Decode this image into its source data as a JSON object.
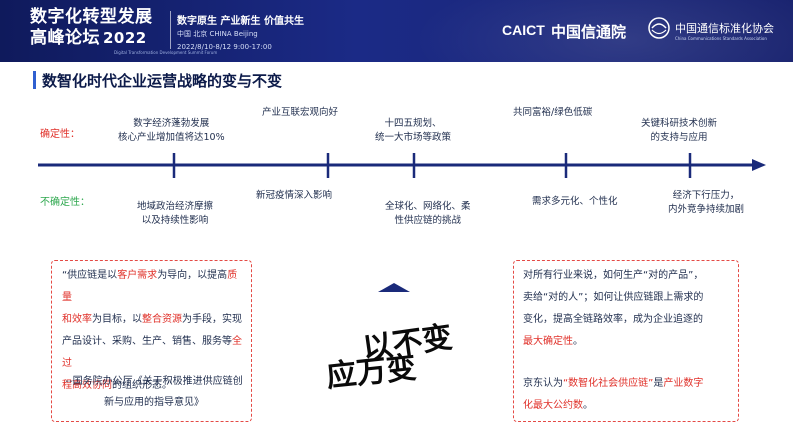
{
  "header": {
    "forum_title_line1": "数字化转型发展",
    "forum_title_line2": "高峰论坛",
    "forum_year": "2022",
    "forum_title_en": "Digital Transformation Development Summit Forum",
    "slogan": "数字原生 产业新生 价值共生",
    "place": "中国 北京  CHINA  Beijing",
    "dates": "2022/8/10-8/12   9:00-17:00",
    "caict_abbr": "CAICT",
    "caict_name": "中国信通院",
    "ccsa_name": "中国通信标准化协会",
    "ccsa_en": "China Communications Standards Association"
  },
  "title": "数智化时代企业运营战略的变与不变",
  "timeline": {
    "certain_label": "确定性：",
    "uncertain_label": "不确定性：",
    "above": [
      {
        "line1": "数字经济蓬勃发展",
        "line2": "核心产业增加值将达10%"
      },
      {
        "line1": "产业互联宏观向好",
        "line2": ""
      },
      {
        "line1": "十四五规划、",
        "line2": "统一大市场等政策"
      },
      {
        "line1": "共同富裕/绿色低碳",
        "line2": ""
      },
      {
        "line1": "关键科研技术创新",
        "line2": "的支持与应用"
      }
    ],
    "below": [
      {
        "line1": "地域政治经济摩擦",
        "line2": "以及持续性影响"
      },
      {
        "line1": "新冠疫情深入影响",
        "line2": ""
      },
      {
        "line1": "全球化、网络化、柔",
        "line2": "性供应链的挑战"
      },
      {
        "line1": "需求多元化、个性化",
        "line2": ""
      },
      {
        "line1": "经济下行压力，",
        "line2": "内外竞争持续加剧"
      }
    ],
    "colors": {
      "axis": "#1a2a7a",
      "certain": "#e0312a",
      "uncertain": "#2fa84f"
    }
  },
  "left_box": {
    "l1a": "“供应链是以",
    "l1b": "客户需求",
    "l1c": "为导向，以提高",
    "l1d": "质量",
    "l2a": "和效率",
    "l2b": "为目标，以",
    "l2c": "整合资源",
    "l2d": "为手段，实现",
    "l3": "产品设计、采购、生产、销售、服务等",
    "l3h": "全过",
    "l4h": "程高效协同",
    "l4": "的组织形态。”",
    "source_line1": "--国务院办公厅《关于积极推进供应链创",
    "source_line2": "新与应用的指导意见》"
  },
  "center": {
    "callig_line1": "以不变",
    "callig_line2": "应万变"
  },
  "right_box": {
    "l1": "对所有行业来说，如何生产“对的产品”，",
    "l2": "卖给“对的人”；如何让供应链跟上需求的",
    "l3": "变化，提高全链路效率，成为企业追逐的",
    "l4h": "最大确定性",
    "l4": "。",
    "jd1a": "京东认为",
    "jd1b": "“数智化社会供应链”",
    "jd1c": "是",
    "jd1d": "产业数字",
    "jd2h": "化最大公约数",
    "jd2": "。"
  }
}
